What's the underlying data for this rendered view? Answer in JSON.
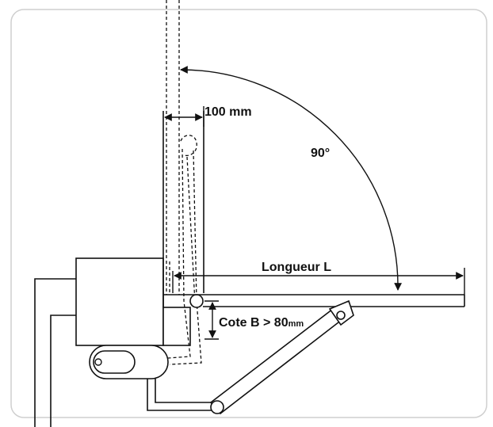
{
  "labels": {
    "offset": "100 mm",
    "angle": "90°",
    "length": "Longueur L",
    "cote_prefix": "Cote B > 80",
    "cote_unit": "mm"
  },
  "colors": {
    "line": "#111111",
    "frame": "#cfcfcf",
    "background": "#ffffff"
  }
}
